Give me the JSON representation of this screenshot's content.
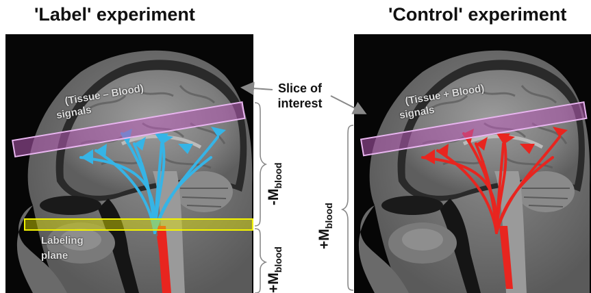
{
  "titles": {
    "left": "'Label' experiment",
    "right": "'Control' experiment"
  },
  "left_panel": {
    "slice_line1": "(Tissue – Blood)",
    "slice_line2": "signals",
    "plane_line1": "Labeling",
    "plane_line2": "plane",
    "arrow_color": "#36b4e6",
    "labeled_blood_color": "#e8251f",
    "slice_color": "#b45ab4",
    "plane_color": "#e6e600"
  },
  "right_panel": {
    "slice_line1": "(Tissue + Blood)",
    "slice_line2": "signals",
    "arrow_color": "#e8251f"
  },
  "slice_of_interest": {
    "line1": "Slice of",
    "line2": "interest"
  },
  "magnetization_labels": {
    "minus": "-M",
    "minus_sub": "blood",
    "plus_lower": "+M",
    "plus_lower_sub": "blood",
    "plus_right": "+M",
    "plus_right_sub": "blood"
  }
}
